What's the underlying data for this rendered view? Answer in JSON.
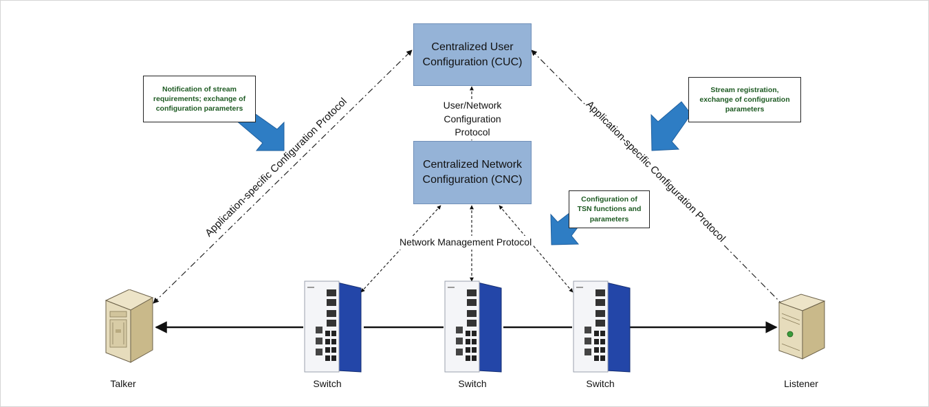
{
  "boxes": {
    "cuc": "Centralized User Configuration (CUC)",
    "cnc": "Centralized Network Configuration (CNC)"
  },
  "labels": {
    "user_network_protocol": "User/Network Configuration Protocol",
    "network_mgmt_protocol": "Network Management Protocol",
    "app_protocol_left": "Application-specific Configuration Protocol",
    "app_protocol_right": "Application-specific Configuration Protocol"
  },
  "notes": {
    "talker_note": "Notification of stream requirements; exchange of configuration parameters",
    "listener_note": "Stream registration, exchange of configuration parameters",
    "tsn_note": "Configuration of TSN functions and parameters"
  },
  "devices": {
    "talker": "Talker",
    "listener": "Listener",
    "switch1": "Switch",
    "switch2": "Switch",
    "switch3": "Switch"
  },
  "colors": {
    "box_fill": "#95b3d7",
    "note_text": "#1d5a22",
    "callout_arrow": "#2e7dc4",
    "switch_blue": "#2346a8"
  }
}
